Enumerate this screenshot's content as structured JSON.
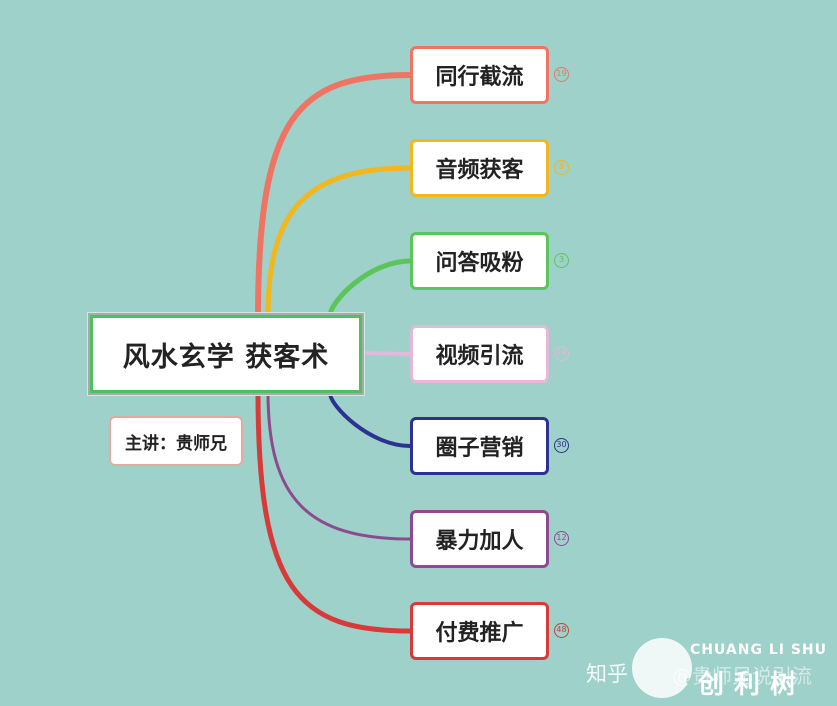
{
  "central_topic": "风水玄学 获客术",
  "speaker_note": "主讲：贵师兄",
  "branches": [
    {
      "label": "同行截流",
      "count": "19",
      "color": "#ef7464"
    },
    {
      "label": "音频获客",
      "count": "8",
      "color": "#f2b61e"
    },
    {
      "label": "问答吸粉",
      "count": "3",
      "color": "#5bc55a"
    },
    {
      "label": "视频引流",
      "count": "24",
      "color": "#e3b8d8"
    },
    {
      "label": "圈子营销",
      "count": "30",
      "color": "#2d3290"
    },
    {
      "label": "暴力加人",
      "count": "12",
      "color": "#8e4a8f"
    },
    {
      "label": "付费推广",
      "count": "48",
      "color": "#d83a3a"
    }
  ],
  "watermark": {
    "zhihu": "知乎",
    "author": "@贵师兄说引流",
    "brand_en": "CHUANG LI SHU",
    "brand_cn": "创利树"
  }
}
